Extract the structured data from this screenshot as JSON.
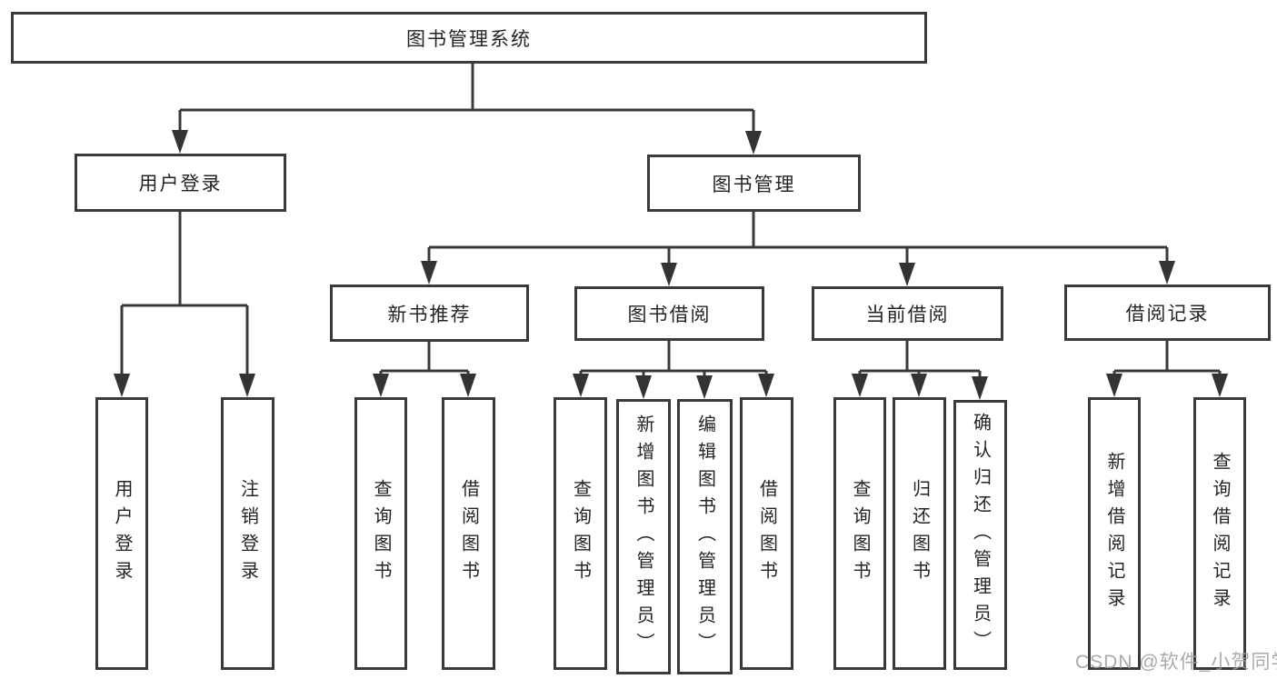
{
  "diagram": {
    "title_node": {
      "label": "图书管理系统"
    },
    "level2": [
      {
        "label": "用户登录"
      },
      {
        "label": "图书管理"
      }
    ],
    "level3": [
      {
        "label": "新书推荐"
      },
      {
        "label": "图书借阅"
      },
      {
        "label": "当前借阅"
      },
      {
        "label": "借阅记录"
      }
    ],
    "leaves": [
      {
        "label": "用户登录"
      },
      {
        "label": "注销登录"
      },
      {
        "label": "查询图书"
      },
      {
        "label": "借阅图书"
      },
      {
        "label": "查询图书"
      },
      {
        "label": "新增图书（管理员）"
      },
      {
        "label": "编辑图书（管理员）"
      },
      {
        "label": "借阅图书"
      },
      {
        "label": "查询图书"
      },
      {
        "label": "归还图书"
      },
      {
        "label": "确认归还（管理员）"
      },
      {
        "label": "新增借阅记录"
      },
      {
        "label": "查询借阅记录"
      }
    ]
  },
  "watermark": {
    "text": "CSDN @软件_小贺同学"
  },
  "colors": {
    "line": "#3a3a3a",
    "border": "#3a3a3a",
    "text": "#242424",
    "watermark": "#9e9e9e",
    "background": "#ffffff"
  }
}
